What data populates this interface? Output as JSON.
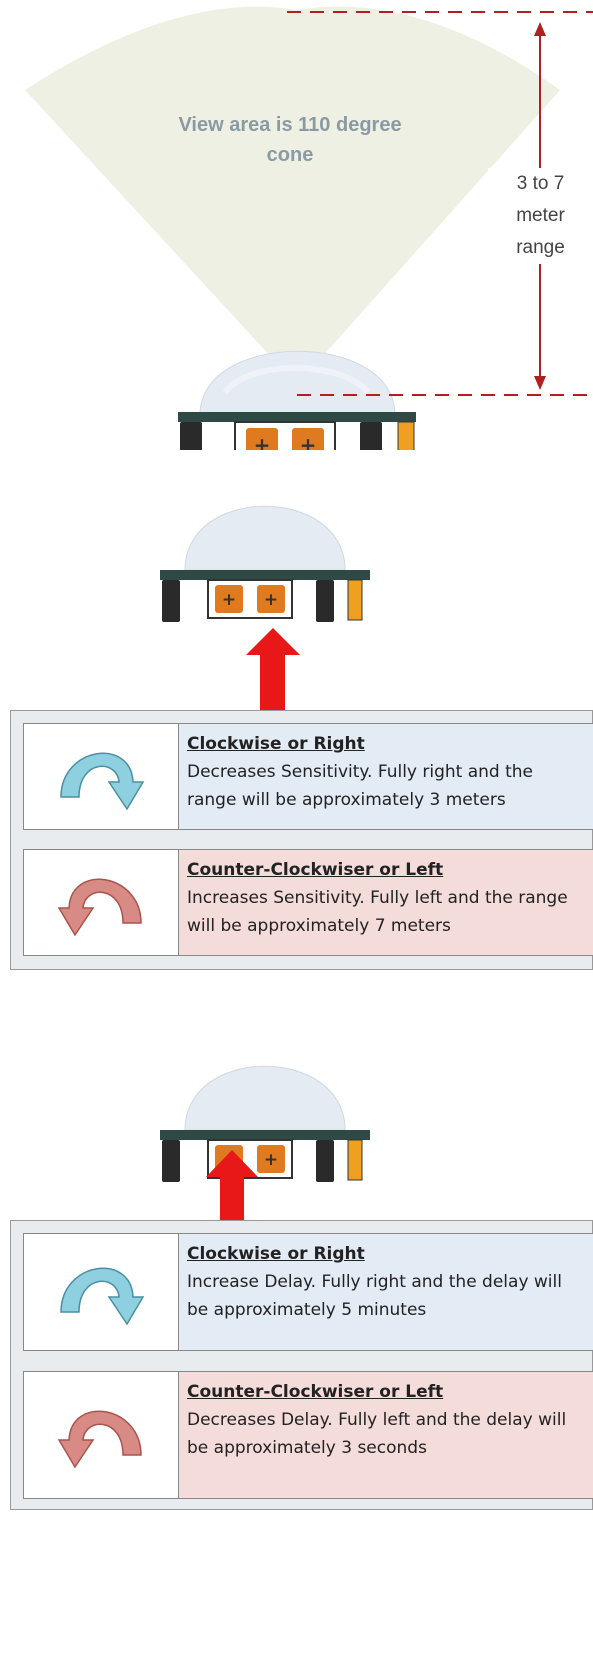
{
  "top": {
    "cone_label": "View area is 110 degree cone",
    "range_label_line1": "3 to 7",
    "range_label_line2": "meter",
    "range_label_line3": "range"
  },
  "sensitivity": {
    "clockwise_title": "Clockwise or Right",
    "clockwise_text": "Decreases Sensitivity.  Fully right and the range will be approximately 3 meters",
    "counter_title": "Counter-Clockwiser or Left",
    "counter_text": "Increases Sensitivity.  Fully left and the range will be approximately 7 meters"
  },
  "delay": {
    "clockwise_title": "Clockwise or Right",
    "clockwise_text": "Increase Delay.  Fully right and the delay will be approximately 5 minutes",
    "counter_title": "Counter-Clockwiser or Left",
    "counter_text": "Decreases Delay.  Fully left and the delay will be approximately 3 seconds"
  },
  "colors": {
    "cone": "#eef0e4",
    "range_line": "#b02020",
    "arrow_red": "#e81818",
    "clockwise_arrow": "#8fd0e0",
    "counter_arrow": "#d88a84",
    "board": "#2f4a45",
    "pot": "#e07a1e"
  }
}
